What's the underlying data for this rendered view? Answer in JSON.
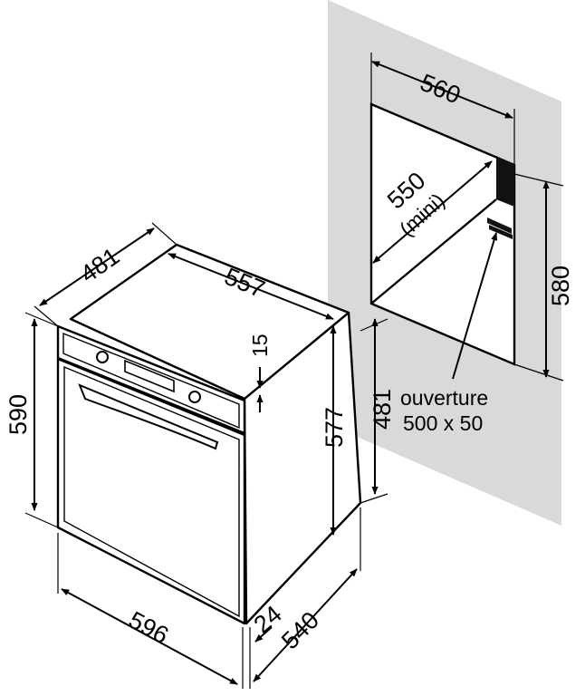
{
  "labels": {
    "oven_depth_top": "481",
    "oven_top_width": "557",
    "oven_height": "590",
    "panel_offset": "15",
    "body_height": "577",
    "niche_depth": "481",
    "niche_width": "560",
    "niche_min_depth": "550",
    "niche_min_note": "(mini)",
    "niche_height": "580",
    "opening_title": "ouverture",
    "opening_size": "500 x 50",
    "front_width": "596",
    "door_thickness": "24",
    "body_depth": "540"
  },
  "colors": {
    "wall": "#d9d9d9",
    "line": "#000000",
    "fill": "#ffffff",
    "vent": "#111111"
  }
}
